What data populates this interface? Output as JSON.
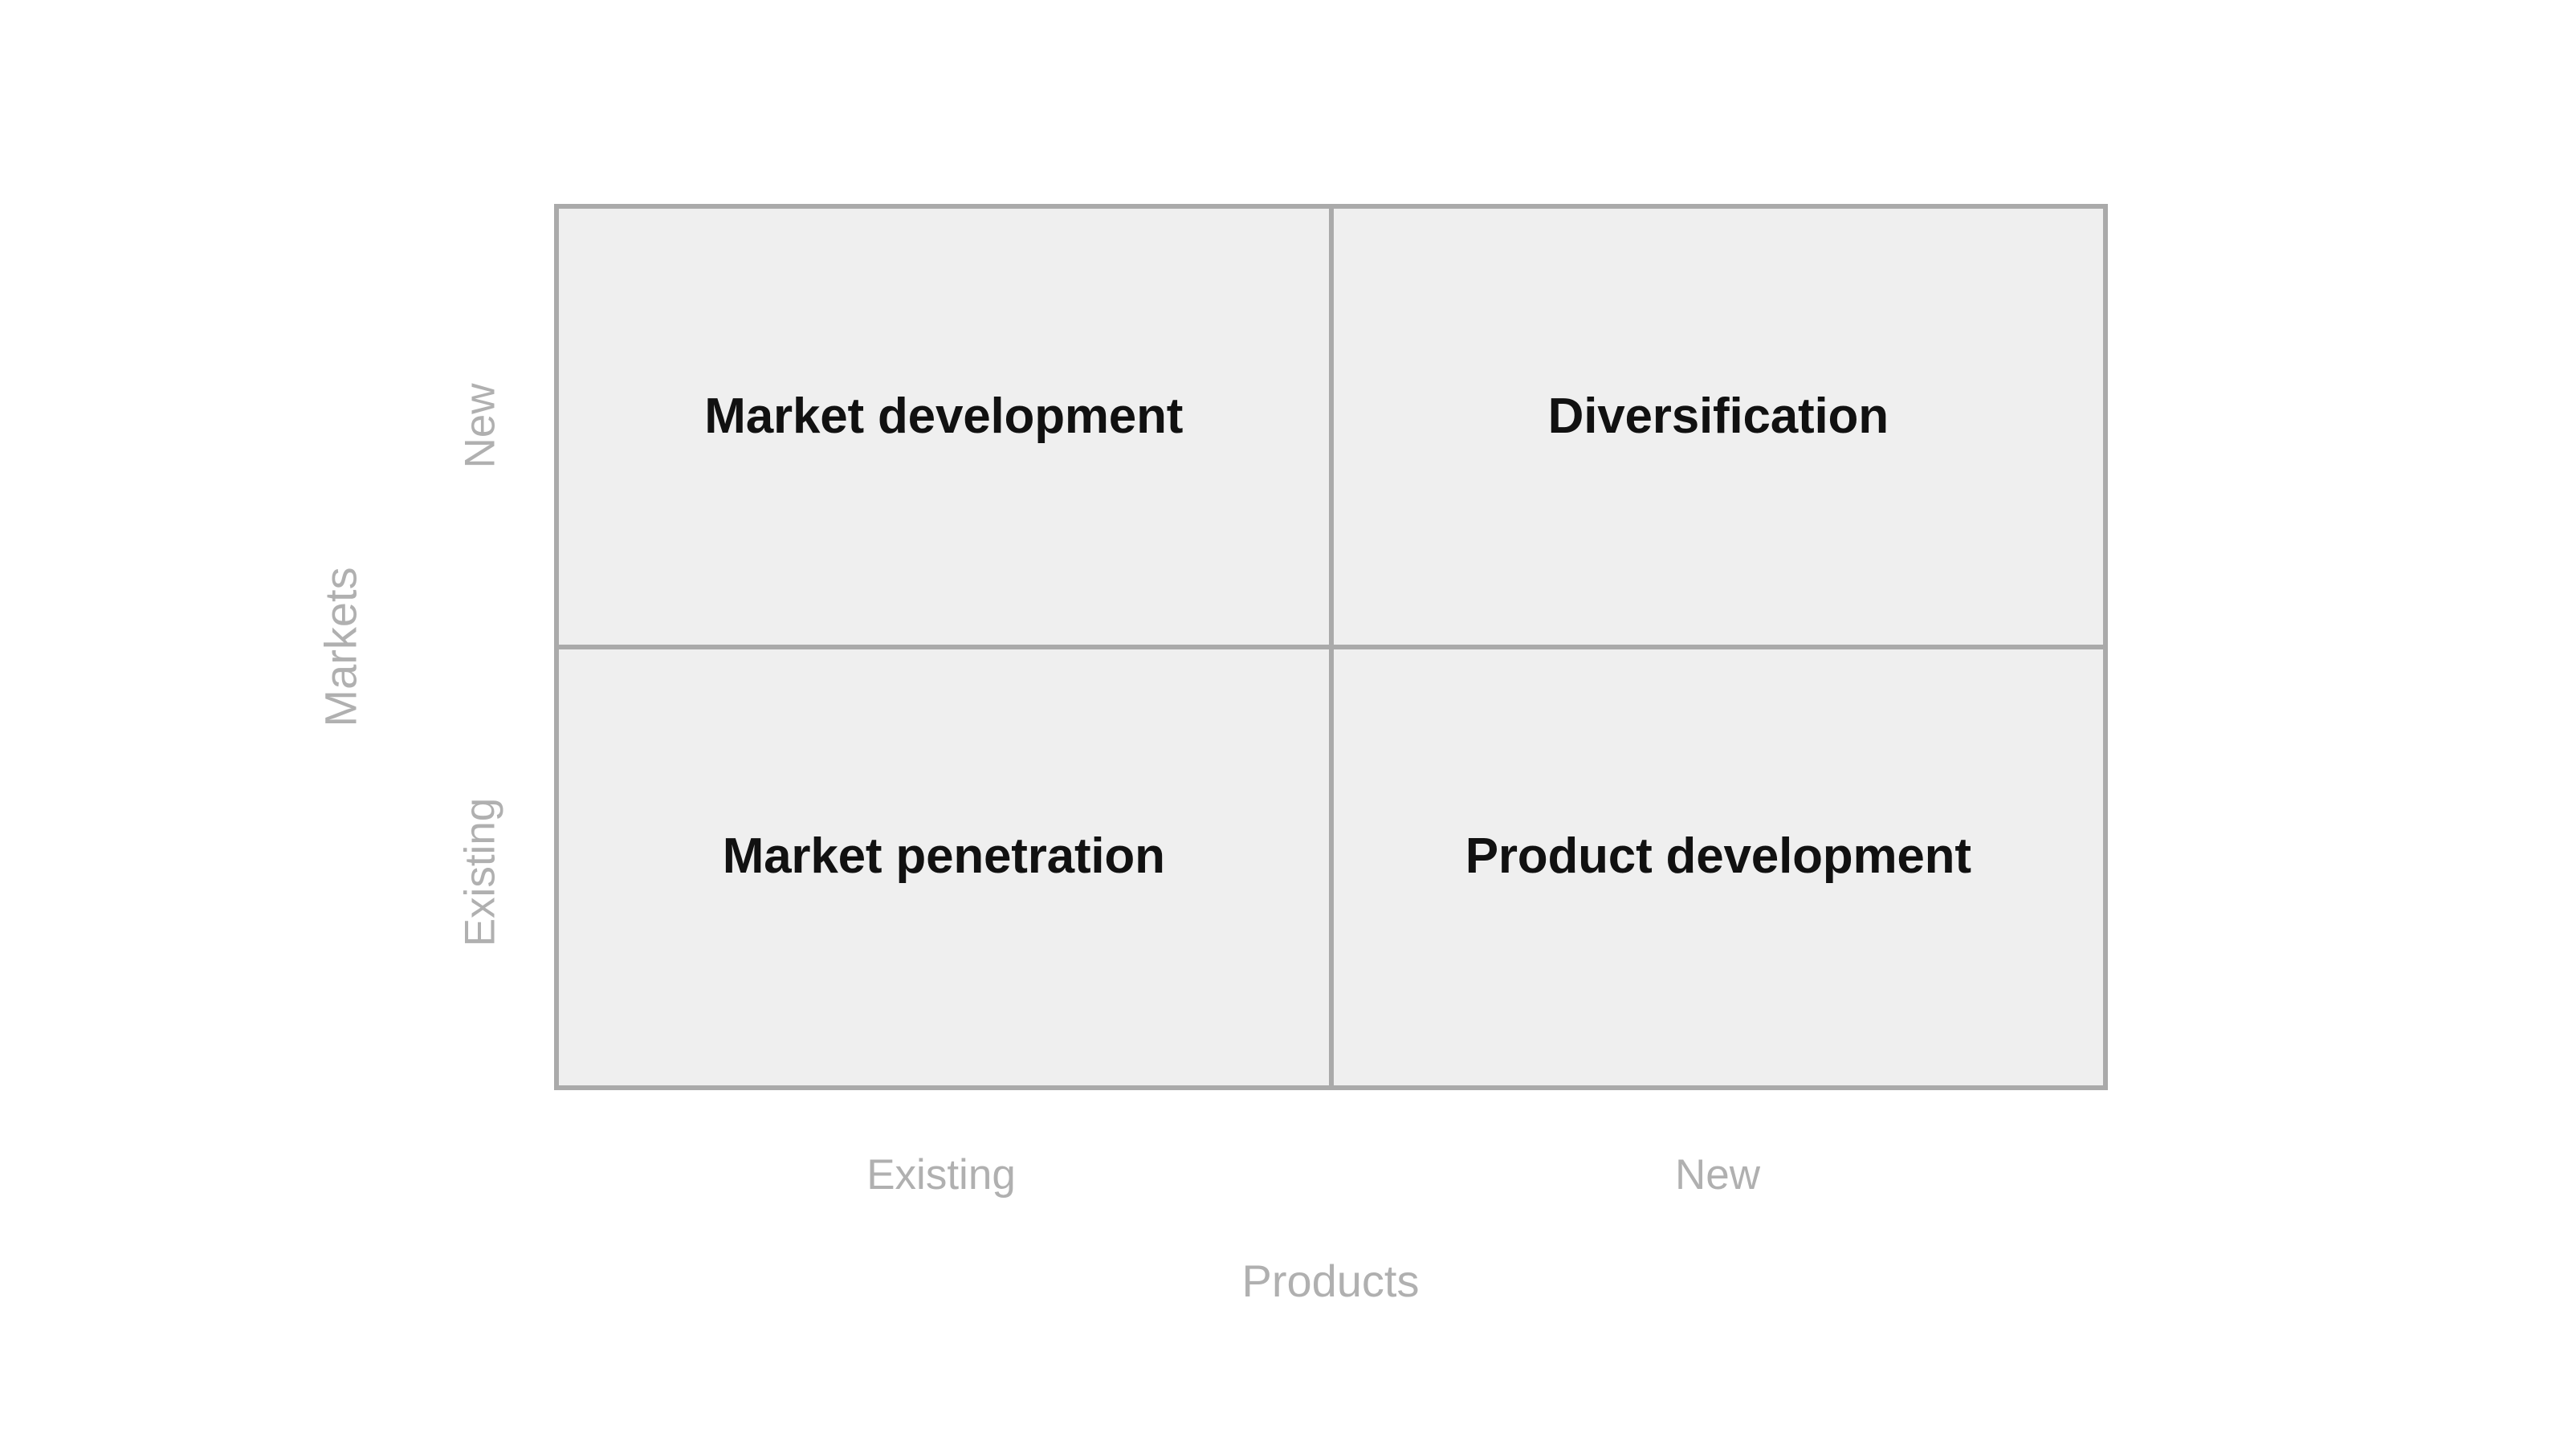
{
  "figure": {
    "type": "ansoff-matrix",
    "background_color": "#ffffff",
    "cell_fill_color": "#efefef",
    "grid_line_color": "#aaaaaa",
    "label_text_color": "#111111",
    "axis_text_color": "#b0b0b0"
  },
  "axes": {
    "y": {
      "title": "Markets",
      "ticks": [
        "New",
        "Existing"
      ]
    },
    "x": {
      "title": "Products",
      "ticks": [
        "Existing",
        "New"
      ]
    }
  },
  "chart_data": {
    "type": "table",
    "title": "",
    "xlabel": "Products",
    "ylabel": "Markets",
    "x_categories": [
      "Existing",
      "New"
    ],
    "y_categories": [
      "New",
      "Existing"
    ],
    "cells": [
      {
        "row": "New",
        "column": "Existing",
        "label": "Market development",
        "position": "top-left"
      },
      {
        "row": "New",
        "column": "New",
        "label": "Diversification",
        "position": "top-right"
      },
      {
        "row": "Existing",
        "column": "Existing",
        "label": "Market penetration",
        "position": "bottom-left"
      },
      {
        "row": "Existing",
        "column": "New",
        "label": "Product development",
        "position": "bottom-right"
      }
    ],
    "grid": true,
    "legend": "none"
  }
}
